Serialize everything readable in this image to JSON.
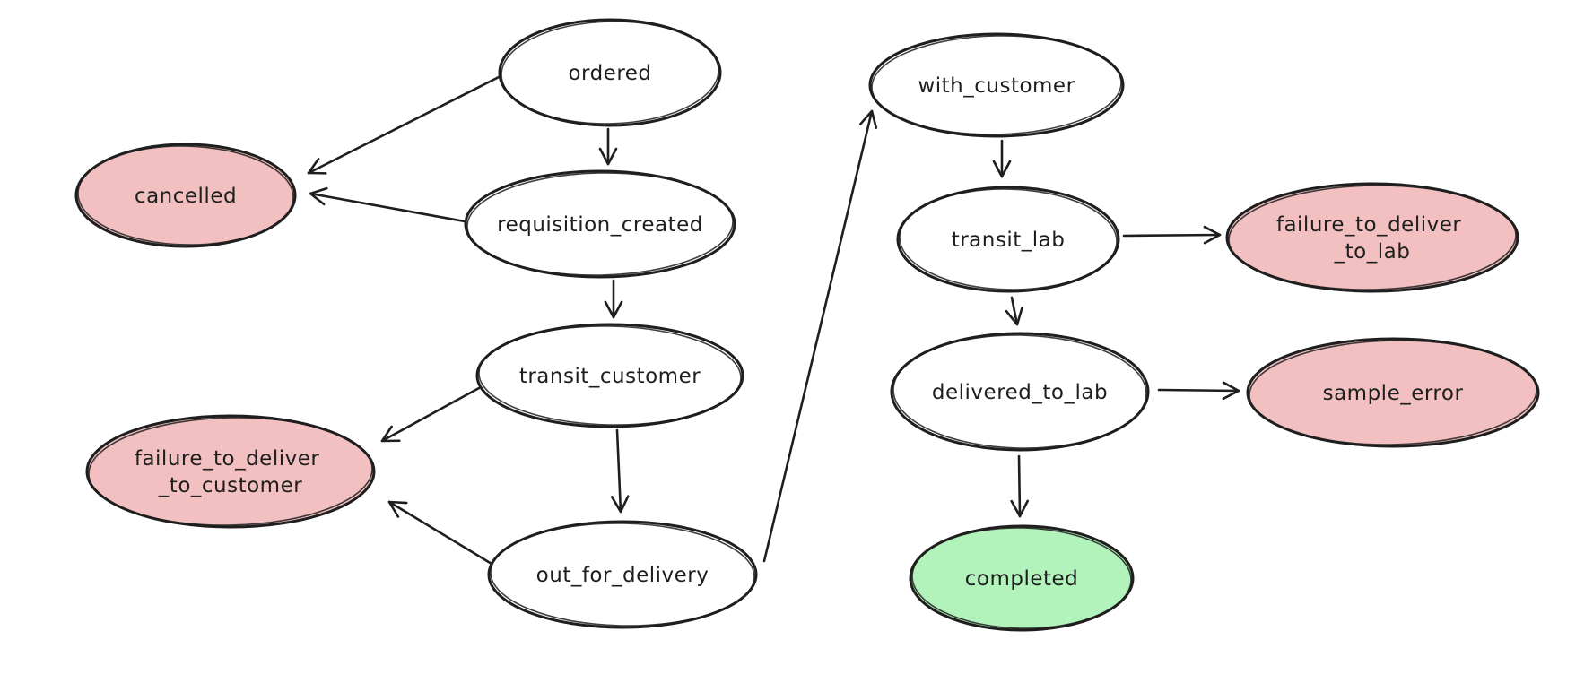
{
  "diagram": {
    "type": "state-machine-flowchart",
    "colors": {
      "background": "#ffffff",
      "stroke": "#1e1e1e",
      "node_fill_default": "#ffffff",
      "node_fill_error": "#f2c0c0",
      "node_fill_success": "#b2f2bb"
    },
    "nodes": [
      {
        "id": "ordered",
        "status": "default",
        "lines": [
          "ordered"
        ]
      },
      {
        "id": "cancelled",
        "status": "error",
        "lines": [
          "cancelled"
        ]
      },
      {
        "id": "requisition_created",
        "status": "default",
        "lines": [
          "requisition_created"
        ]
      },
      {
        "id": "transit_customer",
        "status": "default",
        "lines": [
          "transit_customer"
        ]
      },
      {
        "id": "failure_to_deliver_to_customer",
        "status": "error",
        "lines": [
          "failure_to_deliver",
          "_to_customer"
        ]
      },
      {
        "id": "out_for_delivery",
        "status": "default",
        "lines": [
          "out_for_delivery"
        ]
      },
      {
        "id": "with_customer",
        "status": "default",
        "lines": [
          "with_customer"
        ]
      },
      {
        "id": "transit_lab",
        "status": "default",
        "lines": [
          "transit_lab"
        ]
      },
      {
        "id": "failure_to_deliver_to_lab",
        "status": "error",
        "lines": [
          "failure_to_deliver",
          "_to_lab"
        ]
      },
      {
        "id": "delivered_to_lab",
        "status": "default",
        "lines": [
          "delivered_to_lab"
        ]
      },
      {
        "id": "sample_error",
        "status": "error",
        "lines": [
          "sample_error"
        ]
      },
      {
        "id": "completed",
        "status": "success",
        "lines": [
          "completed"
        ]
      }
    ],
    "edges": [
      {
        "from": "ordered",
        "to": "cancelled"
      },
      {
        "from": "ordered",
        "to": "requisition_created"
      },
      {
        "from": "requisition_created",
        "to": "cancelled"
      },
      {
        "from": "requisition_created",
        "to": "transit_customer"
      },
      {
        "from": "transit_customer",
        "to": "failure_to_deliver_to_customer"
      },
      {
        "from": "transit_customer",
        "to": "out_for_delivery"
      },
      {
        "from": "out_for_delivery",
        "to": "failure_to_deliver_to_customer"
      },
      {
        "from": "out_for_delivery",
        "to": "with_customer"
      },
      {
        "from": "with_customer",
        "to": "transit_lab"
      },
      {
        "from": "transit_lab",
        "to": "failure_to_deliver_to_lab"
      },
      {
        "from": "transit_lab",
        "to": "delivered_to_lab"
      },
      {
        "from": "delivered_to_lab",
        "to": "sample_error"
      },
      {
        "from": "delivered_to_lab",
        "to": "completed"
      }
    ]
  }
}
